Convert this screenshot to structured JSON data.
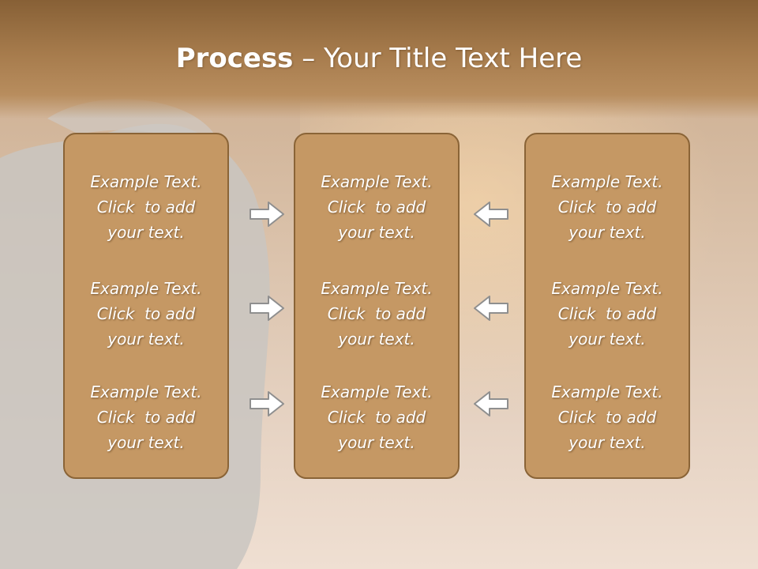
{
  "slide": {
    "title_bold": "Process",
    "title_rest": " – Your Title Text Here"
  },
  "columns": [
    {
      "cells": [
        {
          "line1": "Example Text.",
          "line2": "Click  to add",
          "line3": "your text."
        },
        {
          "line1": "Example Text.",
          "line2": "Click  to add",
          "line3": "your text."
        },
        {
          "line1": "Example Text.",
          "line2": "Click  to add",
          "line3": "your text."
        }
      ]
    },
    {
      "cells": [
        {
          "line1": "Example Text.",
          "line2": "Click  to add",
          "line3": "your text."
        },
        {
          "line1": "Example Text.",
          "line2": "Click  to add",
          "line3": "your text."
        },
        {
          "line1": "Example Text.",
          "line2": "Click  to add",
          "line3": "your text."
        }
      ]
    },
    {
      "cells": [
        {
          "line1": "Example Text.",
          "line2": "Click  to add",
          "line3": "your text."
        },
        {
          "line1": "Example Text.",
          "line2": "Click  to add",
          "line3": "your text."
        },
        {
          "line1": "Example Text.",
          "line2": "Click  to add",
          "line3": "your text."
        }
      ]
    }
  ],
  "arrows": {
    "left_group": [
      "arrow-right-icon",
      "arrow-right-icon",
      "arrow-right-icon"
    ],
    "right_group": [
      "arrow-left-icon",
      "arrow-left-icon",
      "arrow-left-icon"
    ]
  },
  "colors": {
    "title_bar": "#a67b4c",
    "box_fill": "#c59864",
    "box_border": "#8a6437",
    "text": "#ffffff"
  }
}
